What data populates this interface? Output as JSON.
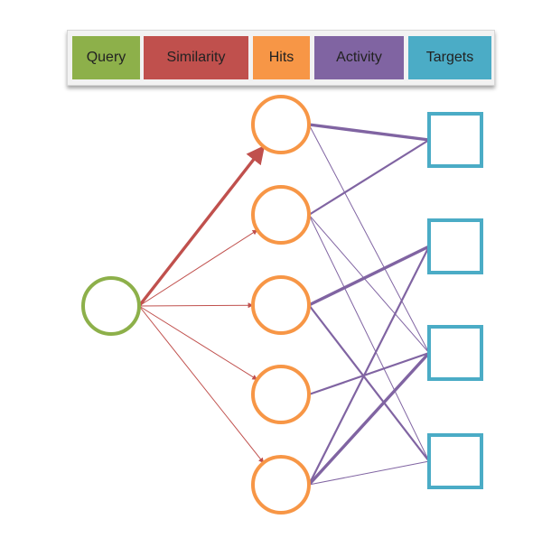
{
  "legend": [
    {
      "key": "query",
      "label": "Query",
      "color": "#8db04a"
    },
    {
      "key": "similarity",
      "label": "Similarity",
      "color": "#c0504d"
    },
    {
      "key": "hits",
      "label": "Hits",
      "color": "#f79646"
    },
    {
      "key": "activity",
      "label": "Activity",
      "color": "#8064a2"
    },
    {
      "key": "targets",
      "label": "Targets",
      "color": "#4bacc6"
    }
  ],
  "diagram": {
    "query_node_count": 1,
    "hit_node_count": 5,
    "target_node_count": 4,
    "similarity_links": [
      {
        "from": "query",
        "to": "hit-1",
        "strength": "strong"
      },
      {
        "from": "query",
        "to": "hit-2",
        "strength": "weak"
      },
      {
        "from": "query",
        "to": "hit-3",
        "strength": "weak"
      },
      {
        "from": "query",
        "to": "hit-4",
        "strength": "weak"
      },
      {
        "from": "query",
        "to": "hit-5",
        "strength": "weak"
      }
    ],
    "activity_links": [
      {
        "from": "hit-1",
        "to": "target-1",
        "strength": "strong"
      },
      {
        "from": "hit-1",
        "to": "target-3",
        "strength": "weak"
      },
      {
        "from": "hit-2",
        "to": "target-1",
        "strength": "medium"
      },
      {
        "from": "hit-2",
        "to": "target-3",
        "strength": "weak"
      },
      {
        "from": "hit-2",
        "to": "target-4",
        "strength": "weak"
      },
      {
        "from": "hit-3",
        "to": "target-2",
        "strength": "strong"
      },
      {
        "from": "hit-3",
        "to": "target-4",
        "strength": "medium"
      },
      {
        "from": "hit-4",
        "to": "target-3",
        "strength": "medium"
      },
      {
        "from": "hit-5",
        "to": "target-2",
        "strength": "medium"
      },
      {
        "from": "hit-5",
        "to": "target-3",
        "strength": "strong"
      },
      {
        "from": "hit-5",
        "to": "target-4",
        "strength": "weak"
      }
    ]
  }
}
